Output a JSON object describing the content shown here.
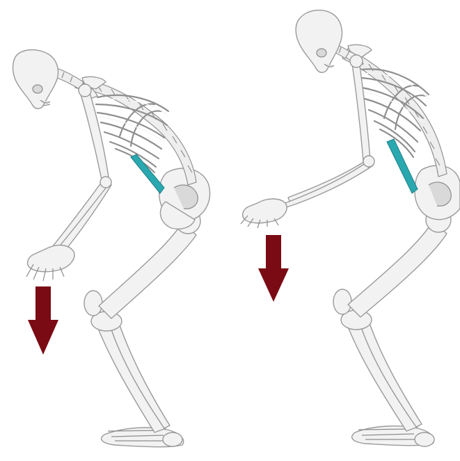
{
  "colors": {
    "background": "#ffffff",
    "bone": "#f2f2f2",
    "bone_outline": "#9a9a9a",
    "muscle": "#2aa8b0",
    "arrow": "#7a0a14"
  },
  "figures": [
    {
      "id": "left",
      "muscle": "quadratus-lumborum",
      "arrow": "down"
    },
    {
      "id": "right",
      "muscle": "quadratus-lumborum",
      "arrow": "down"
    }
  ]
}
